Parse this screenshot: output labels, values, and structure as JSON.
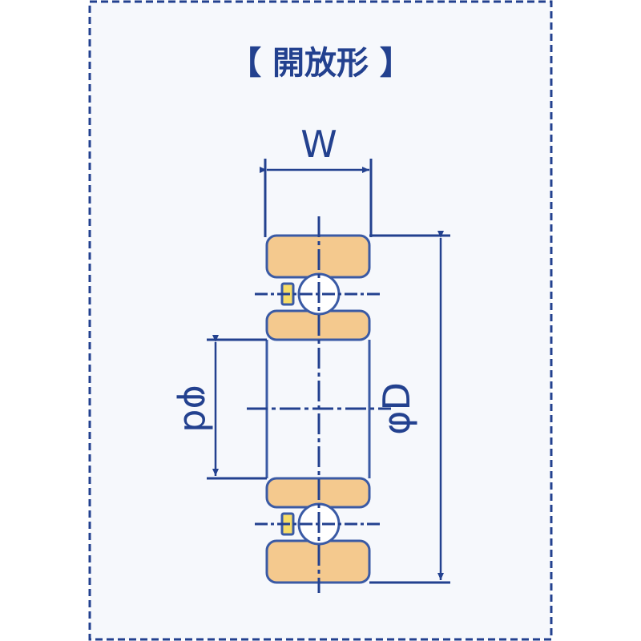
{
  "title": "【 開放形 】",
  "labels": {
    "width": "W",
    "inner_diameter": "φd",
    "outer_diameter": "φD"
  },
  "colors": {
    "line": "#23418f",
    "panel_bg": "#f6f8fc",
    "ring_fill": "#f4c98e",
    "ring_stroke": "#3a5aa5",
    "ball_fill": "#ffffff",
    "retainer_fill": "#f7dc66"
  }
}
